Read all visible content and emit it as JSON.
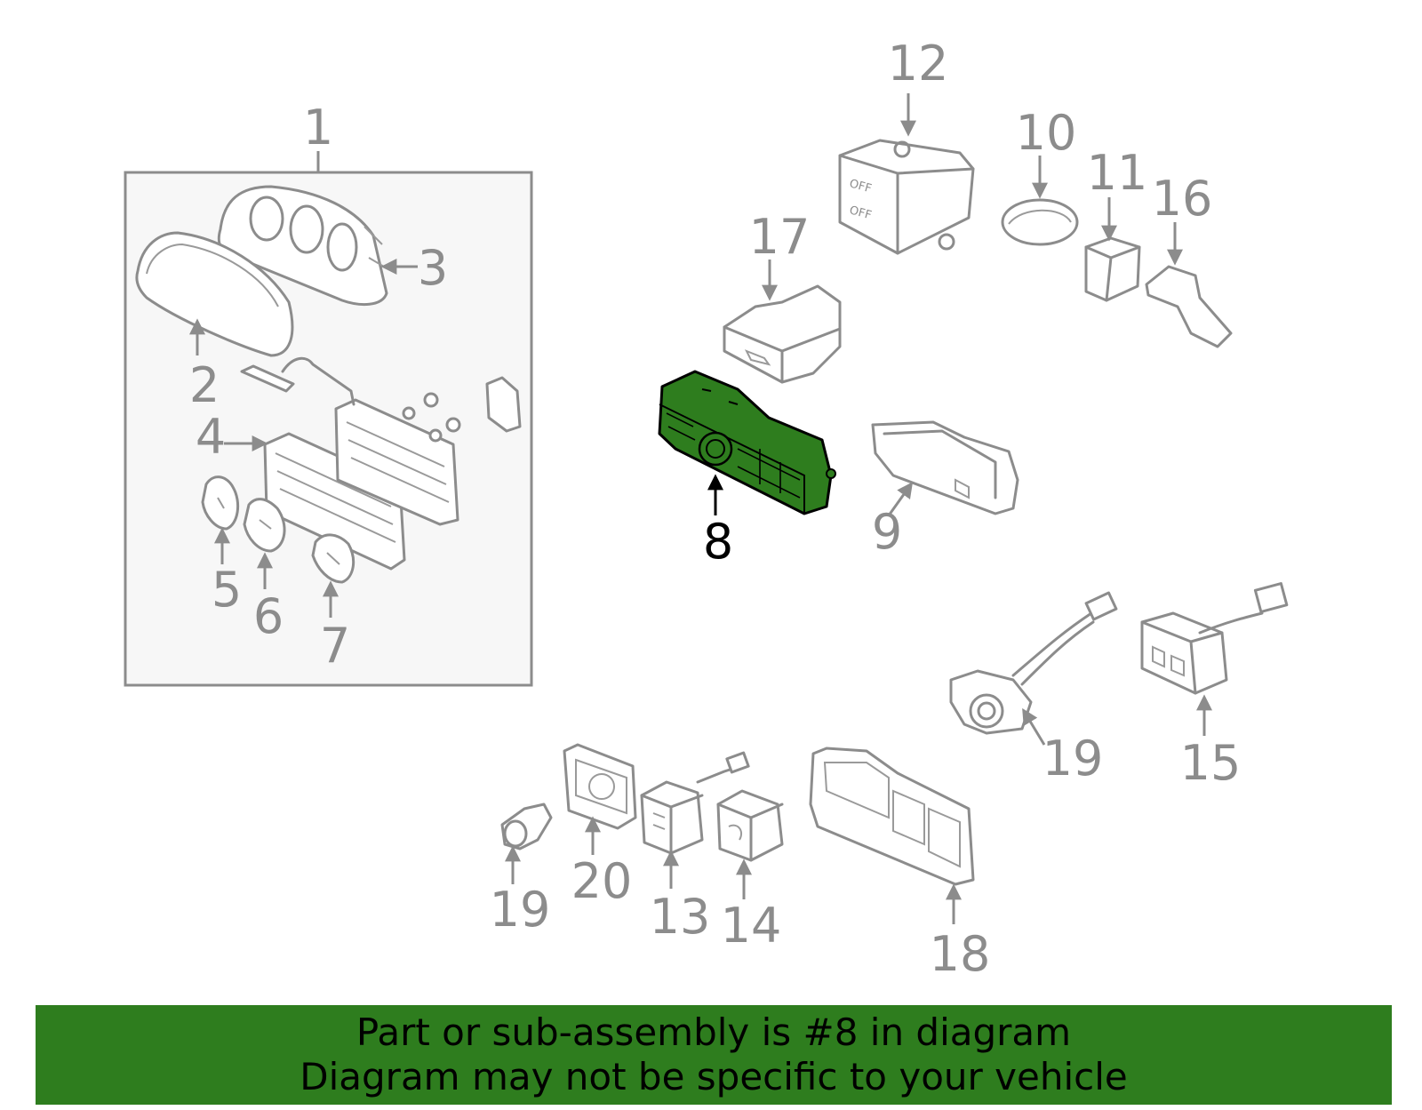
{
  "diagram": {
    "labels": [
      "1",
      "2",
      "3",
      "4",
      "5",
      "6",
      "7",
      "8",
      "9",
      "10",
      "11",
      "12",
      "13",
      "14",
      "15",
      "16",
      "17",
      "18",
      "19",
      "19",
      "20"
    ],
    "highlighted_part": "8",
    "highlight_color": "#2e7d1e",
    "line_color": "#8c8c8c",
    "panel_fill": "#f7f7f7",
    "icons": {
      "part_12_text": "OFF",
      "part_12_text_2": "OFF"
    }
  },
  "banner": {
    "line1": "Part or sub-assembly is #8 in diagram",
    "line2": "Diagram may not be specific to your vehicle",
    "background": "#2e7d1e"
  }
}
